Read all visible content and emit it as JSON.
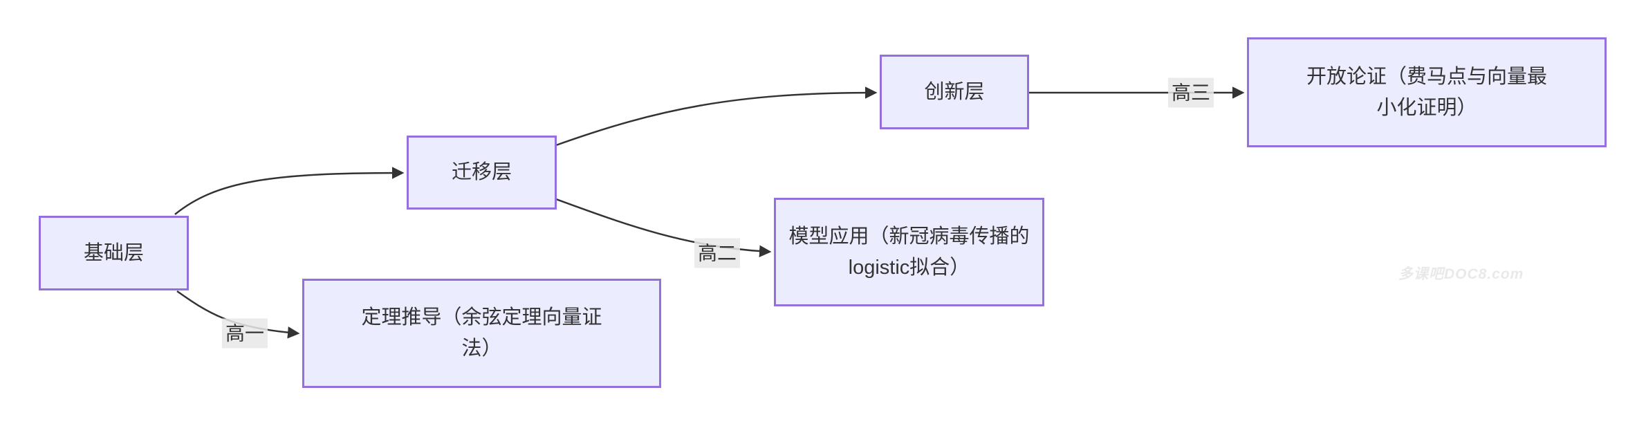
{
  "diagram": {
    "type": "flowchart",
    "direction": "left-to-right",
    "nodes": [
      {
        "id": "foundation",
        "label": "基础层"
      },
      {
        "id": "transfer",
        "label": "迁移层"
      },
      {
        "id": "innovation",
        "label": "创新层"
      },
      {
        "id": "theorem",
        "label": "定理推导（余弦定理向量证\n法）"
      },
      {
        "id": "model",
        "label": "模型应用（新冠病毒传播的\nlogistic拟合）"
      },
      {
        "id": "open",
        "label": "开放论证（费马点与向量最\n小化证明）"
      }
    ],
    "edges": [
      {
        "from": "foundation",
        "to": "transfer",
        "label": ""
      },
      {
        "from": "transfer",
        "to": "innovation",
        "label": ""
      },
      {
        "from": "foundation",
        "to": "theorem",
        "label": "高一"
      },
      {
        "from": "transfer",
        "to": "model",
        "label": "高二"
      },
      {
        "from": "innovation",
        "to": "open",
        "label": "高三"
      }
    ],
    "colors": {
      "node_fill": "#ECECFF",
      "node_border": "#9370DB",
      "edge_stroke": "#333333",
      "edge_label_bg": "#e8e8e8",
      "text": "#333333"
    }
  },
  "watermark": {
    "text": "多课吧DOC8.com",
    "color": "#e9e9e9"
  }
}
